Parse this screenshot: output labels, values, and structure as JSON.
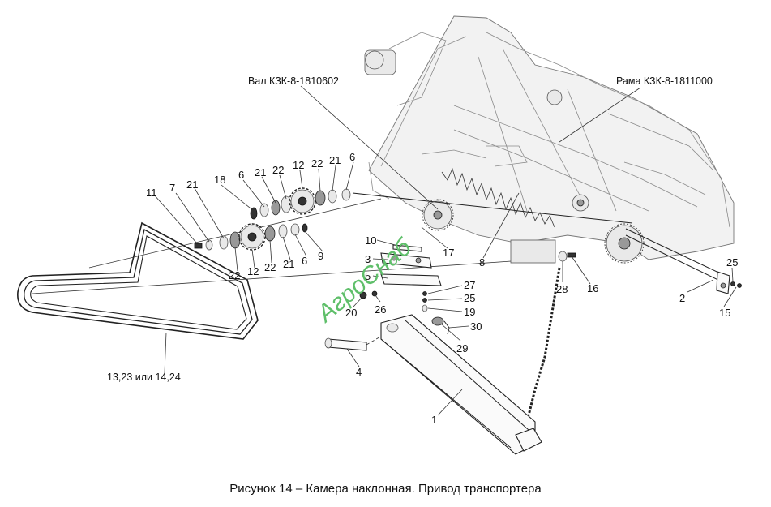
{
  "caption": "Рисунок 14 – Камера наклонная. Привод транспортера",
  "watermark": "АгроСнаб",
  "annotations": {
    "shaft": "Вал КЗК-8-1810602",
    "frame": "Рама КЗК-8-1811000",
    "belt": "13,23 или 14,24"
  },
  "callouts": [
    "11",
    "7",
    "21",
    "18",
    "6",
    "21",
    "22",
    "12",
    "22",
    "21",
    "6",
    "22",
    "12",
    "22",
    "21",
    "6",
    "9",
    "10",
    "3",
    "5",
    "17",
    "8",
    "28",
    "16",
    "25",
    "2",
    "15",
    "27",
    "25",
    "19",
    "30",
    "29",
    "20",
    "26",
    "4",
    "1"
  ]
}
